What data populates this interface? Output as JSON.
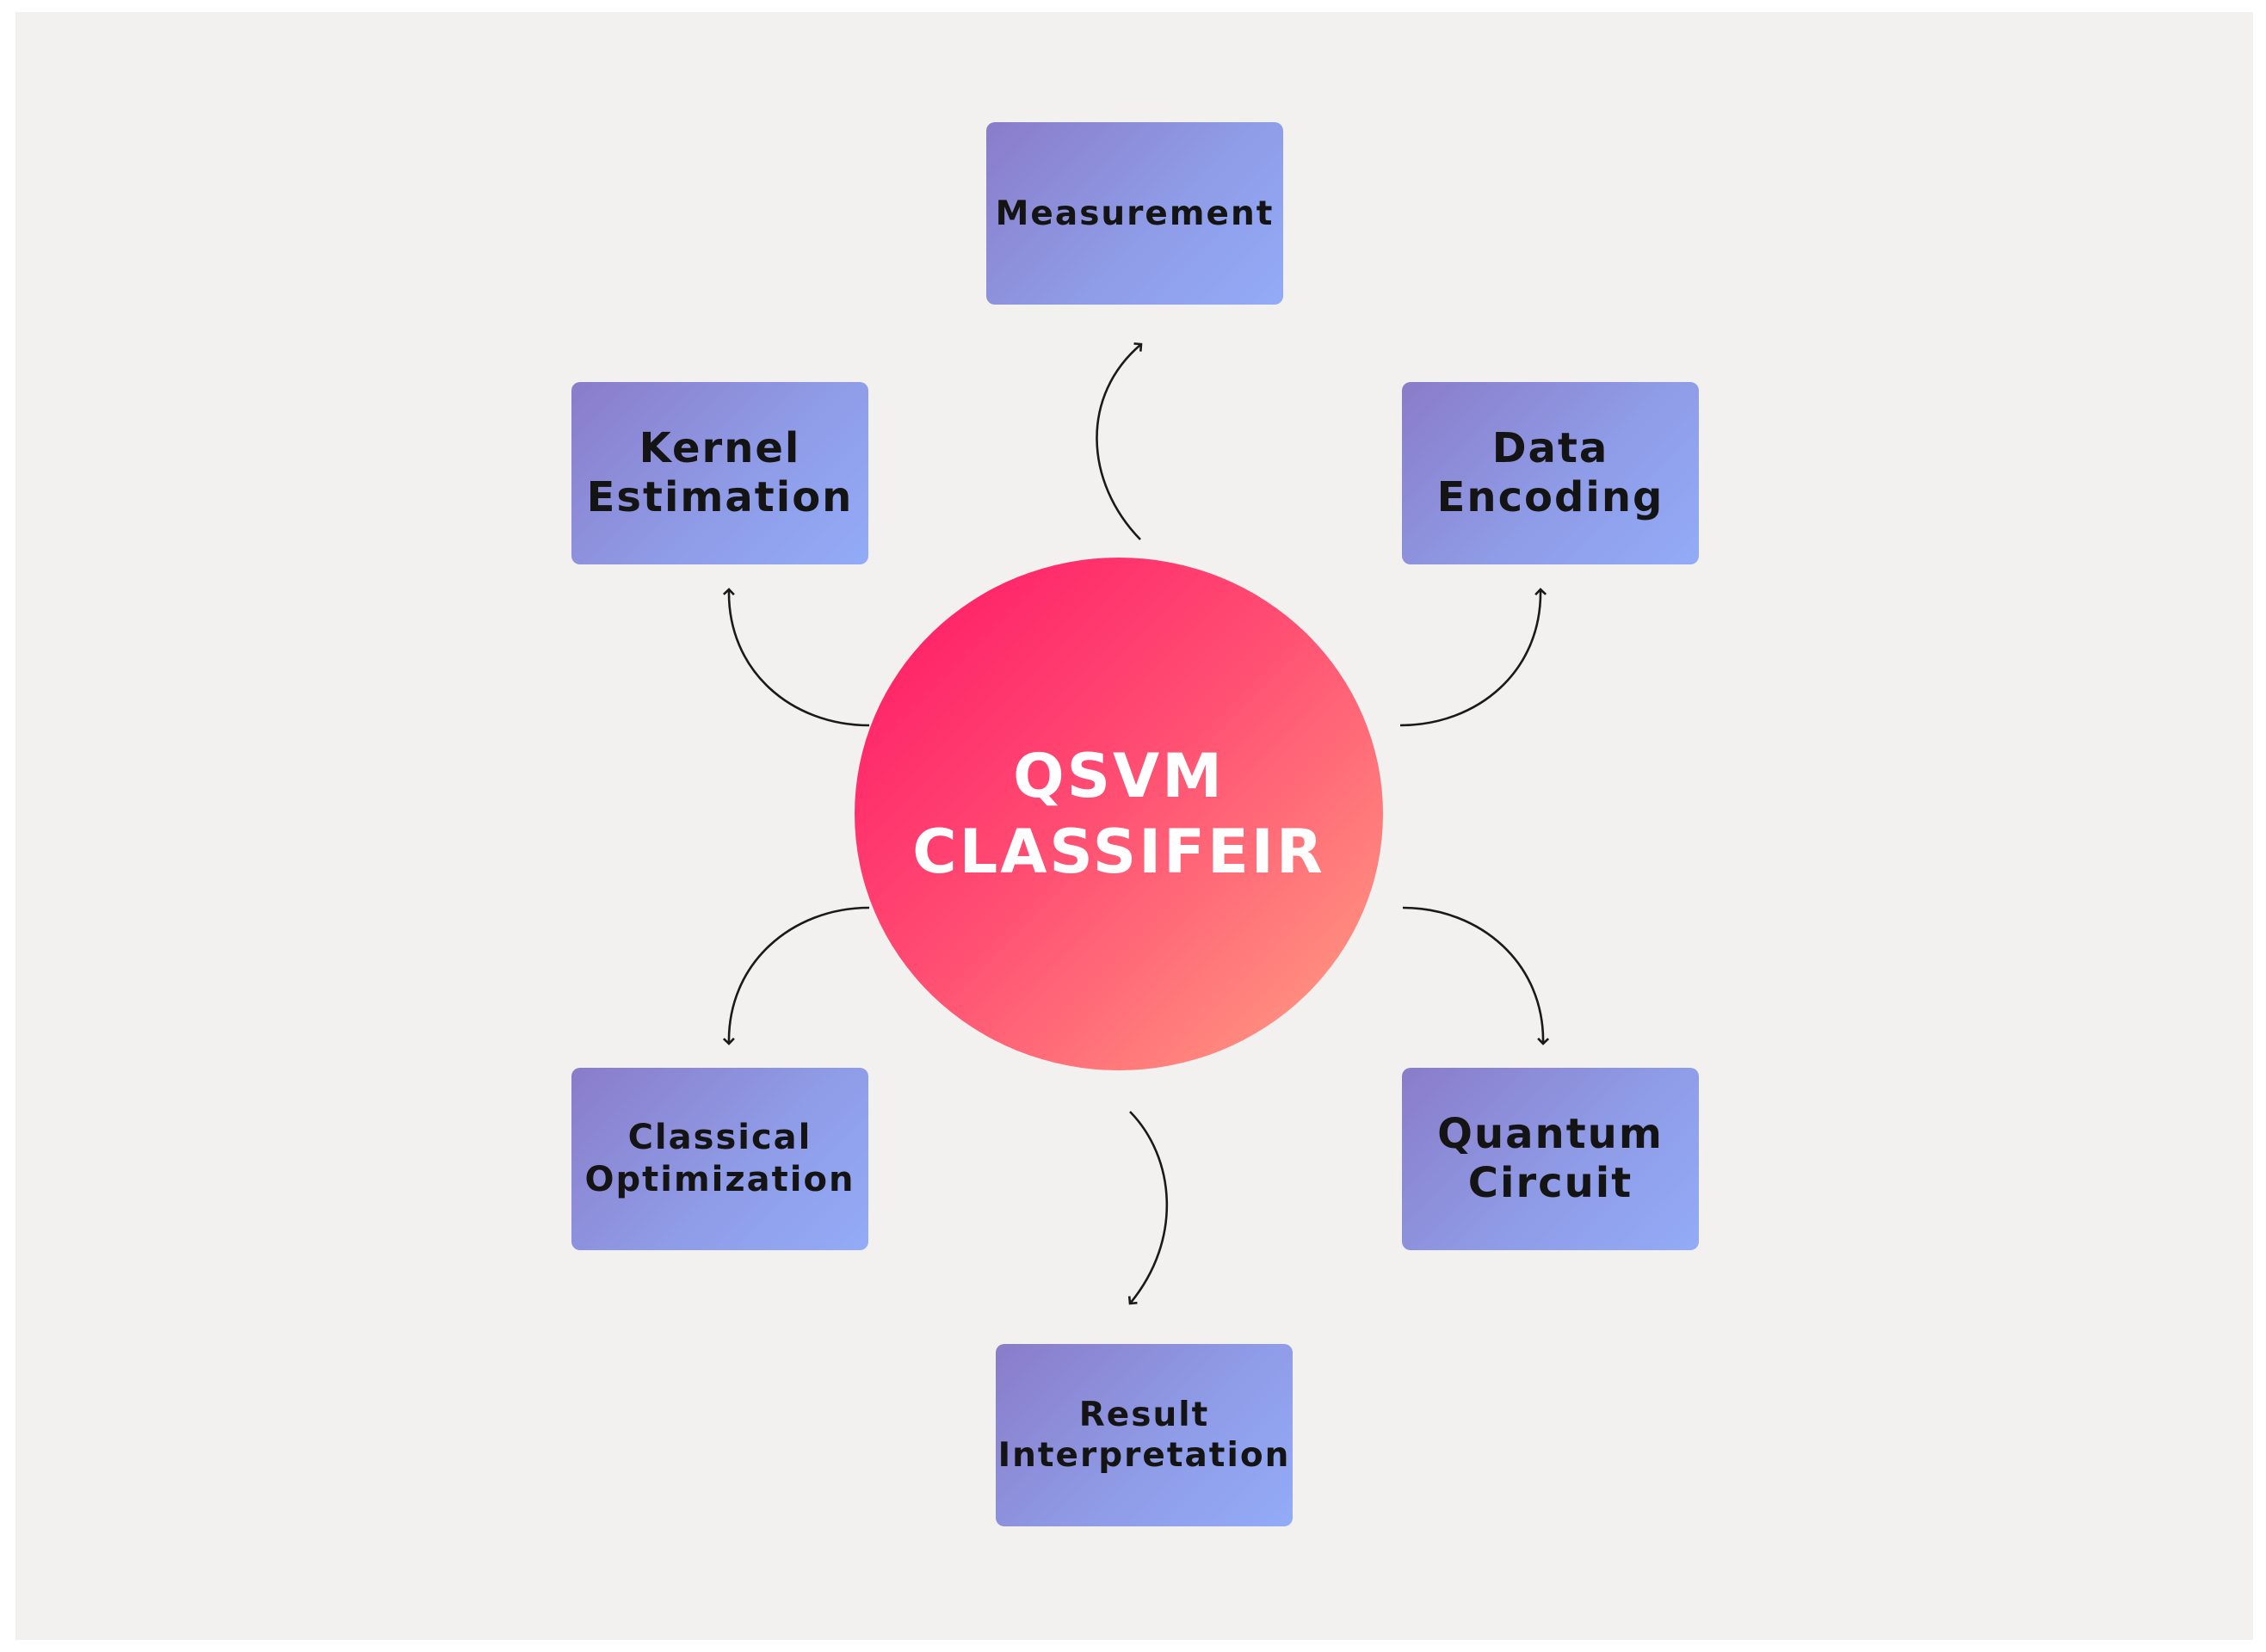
{
  "center": {
    "label": "QSVM\nCLASSIFEIR"
  },
  "nodes": {
    "measurement": {
      "label": "Measurement"
    },
    "kernel_estimation": {
      "label": "Kernel\nEstimation"
    },
    "data_encoding": {
      "label": "Data\nEncoding"
    },
    "classical_optimization": {
      "label": "Classical\nOptimization"
    },
    "quantum_circuit": {
      "label": "Quantum\nCircuit"
    },
    "result_interpretation": {
      "label": "Result\nInterpretation"
    }
  },
  "colors": {
    "background": "#f3f1f0",
    "box_gradient_start": "#8a7cc9",
    "box_gradient_end": "#93abf8",
    "circle_gradient_start": "#ff1566",
    "circle_gradient_end": "#ff9a80",
    "arrow": "#1a1a1a"
  }
}
